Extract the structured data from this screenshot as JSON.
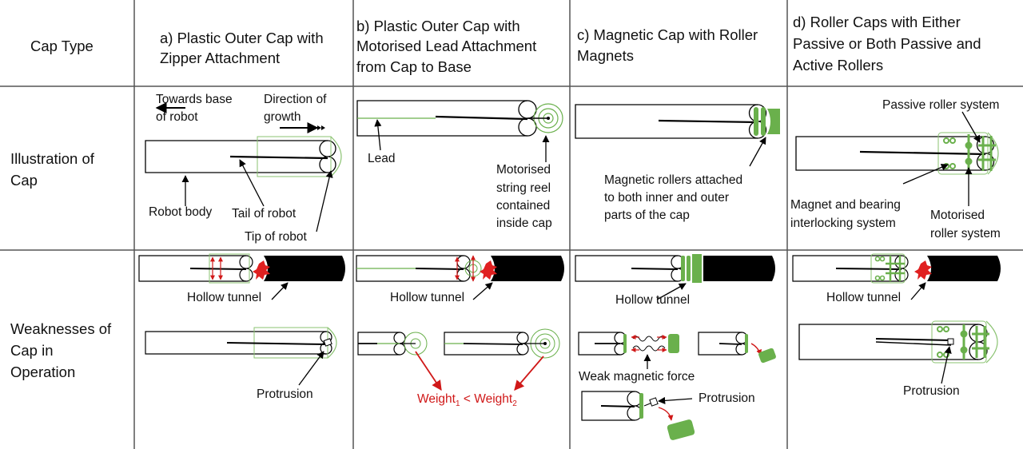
{
  "table": {
    "corner_header": "Cap Type",
    "columns": [
      {
        "header_lines": [
          "a) Plastic Outer Cap with",
          "Zipper Attachment"
        ]
      },
      {
        "header_lines": [
          "b) Plastic Outer Cap with",
          "Motorised Lead Attachment",
          "from Cap to Base"
        ]
      },
      {
        "header_lines": [
          "c) Magnetic Cap with Roller",
          "Magnets"
        ]
      },
      {
        "header_lines": [
          "d) Roller Caps with Either",
          "Passive or Both Passive and",
          "Active Rollers"
        ]
      }
    ],
    "rows": [
      {
        "label_lines": [
          "Illustration of",
          "Cap"
        ]
      },
      {
        "label_lines": [
          "Weaknesses of",
          "Cap in",
          "Operation"
        ]
      }
    ]
  },
  "annotations": {
    "a_towards_base": [
      "Towards base",
      "of robot"
    ],
    "a_direction_growth": [
      "Direction of",
      "growth"
    ],
    "a_robot_body": "Robot body",
    "a_tail": "Tail of robot",
    "a_tip": "Tip of robot",
    "a_hollow_tunnel": "Hollow tunnel",
    "a_protrusion": "Protrusion",
    "b_lead": "Lead",
    "b_reel": [
      "Motorised",
      "string reel",
      "contained",
      "inside cap"
    ],
    "b_hollow_tunnel": "Hollow tunnel",
    "b_weight_1": "Weight",
    "b_weight_1_sub": "1",
    "b_weight_op": "<",
    "b_weight_2": "Weight",
    "b_weight_2_sub": "2",
    "c_rollers": [
      "Magnetic rollers attached",
      "to both inner and outer",
      "parts of the cap"
    ],
    "c_hollow_tunnel": "Hollow tunnel",
    "c_weak_force": "Weak magnetic force",
    "c_protrusion": "Protrusion",
    "d_passive": "Passive roller system",
    "d_magnet_bearing": [
      "Magnet and bearing",
      "interlocking system"
    ],
    "d_motorised": [
      "Motorised",
      "roller system"
    ],
    "d_hollow_tunnel": "Hollow tunnel",
    "d_protrusion": "Protrusion"
  },
  "colors": {
    "accent_green": "#6ab04c",
    "warning_red": "#d01818",
    "tunnel_black": "#000000",
    "grid_line": "#555555"
  }
}
